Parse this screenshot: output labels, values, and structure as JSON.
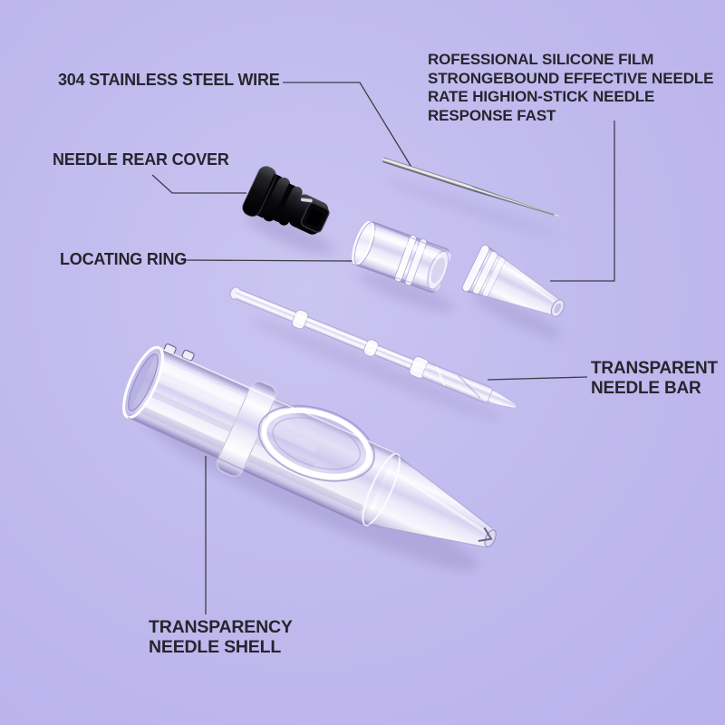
{
  "colors": {
    "background": "#c1baee",
    "text": "#26252e",
    "leader_line": "#3e3c49",
    "glass_highlight": "#ffffff",
    "glass_shadow": "#8f88c0",
    "rear_cover_black": "#0a0a0d",
    "steel": "#9a9aa5"
  },
  "labels": {
    "steel_wire": "304 STAINLESS STEEL WIRE",
    "rear_cover": "NEEDLE REAR COVER",
    "locating_ring": "LOCATING RING",
    "feature_block": {
      "line1": "ROFESSIONAL SILICONE FILM",
      "line2": "STRONGEBOUND EFFECTIVE NEEDLE",
      "line3": "RATE HIGHION-STICK NEEDLE",
      "line4": "RESPONSE FAST"
    },
    "needle_bar": {
      "line1": "TRANSPARENT",
      "line2": "NEEDLE BAR"
    },
    "needle_shell": {
      "line1": "TRANSPARENCY",
      "line2": "NEEDLE SHELL"
    }
  },
  "parts": [
    "stainless-steel-wire",
    "needle-rear-cover",
    "locating-ring",
    "nozzle-cone",
    "transparent-needle-bar",
    "transparency-needle-shell"
  ]
}
